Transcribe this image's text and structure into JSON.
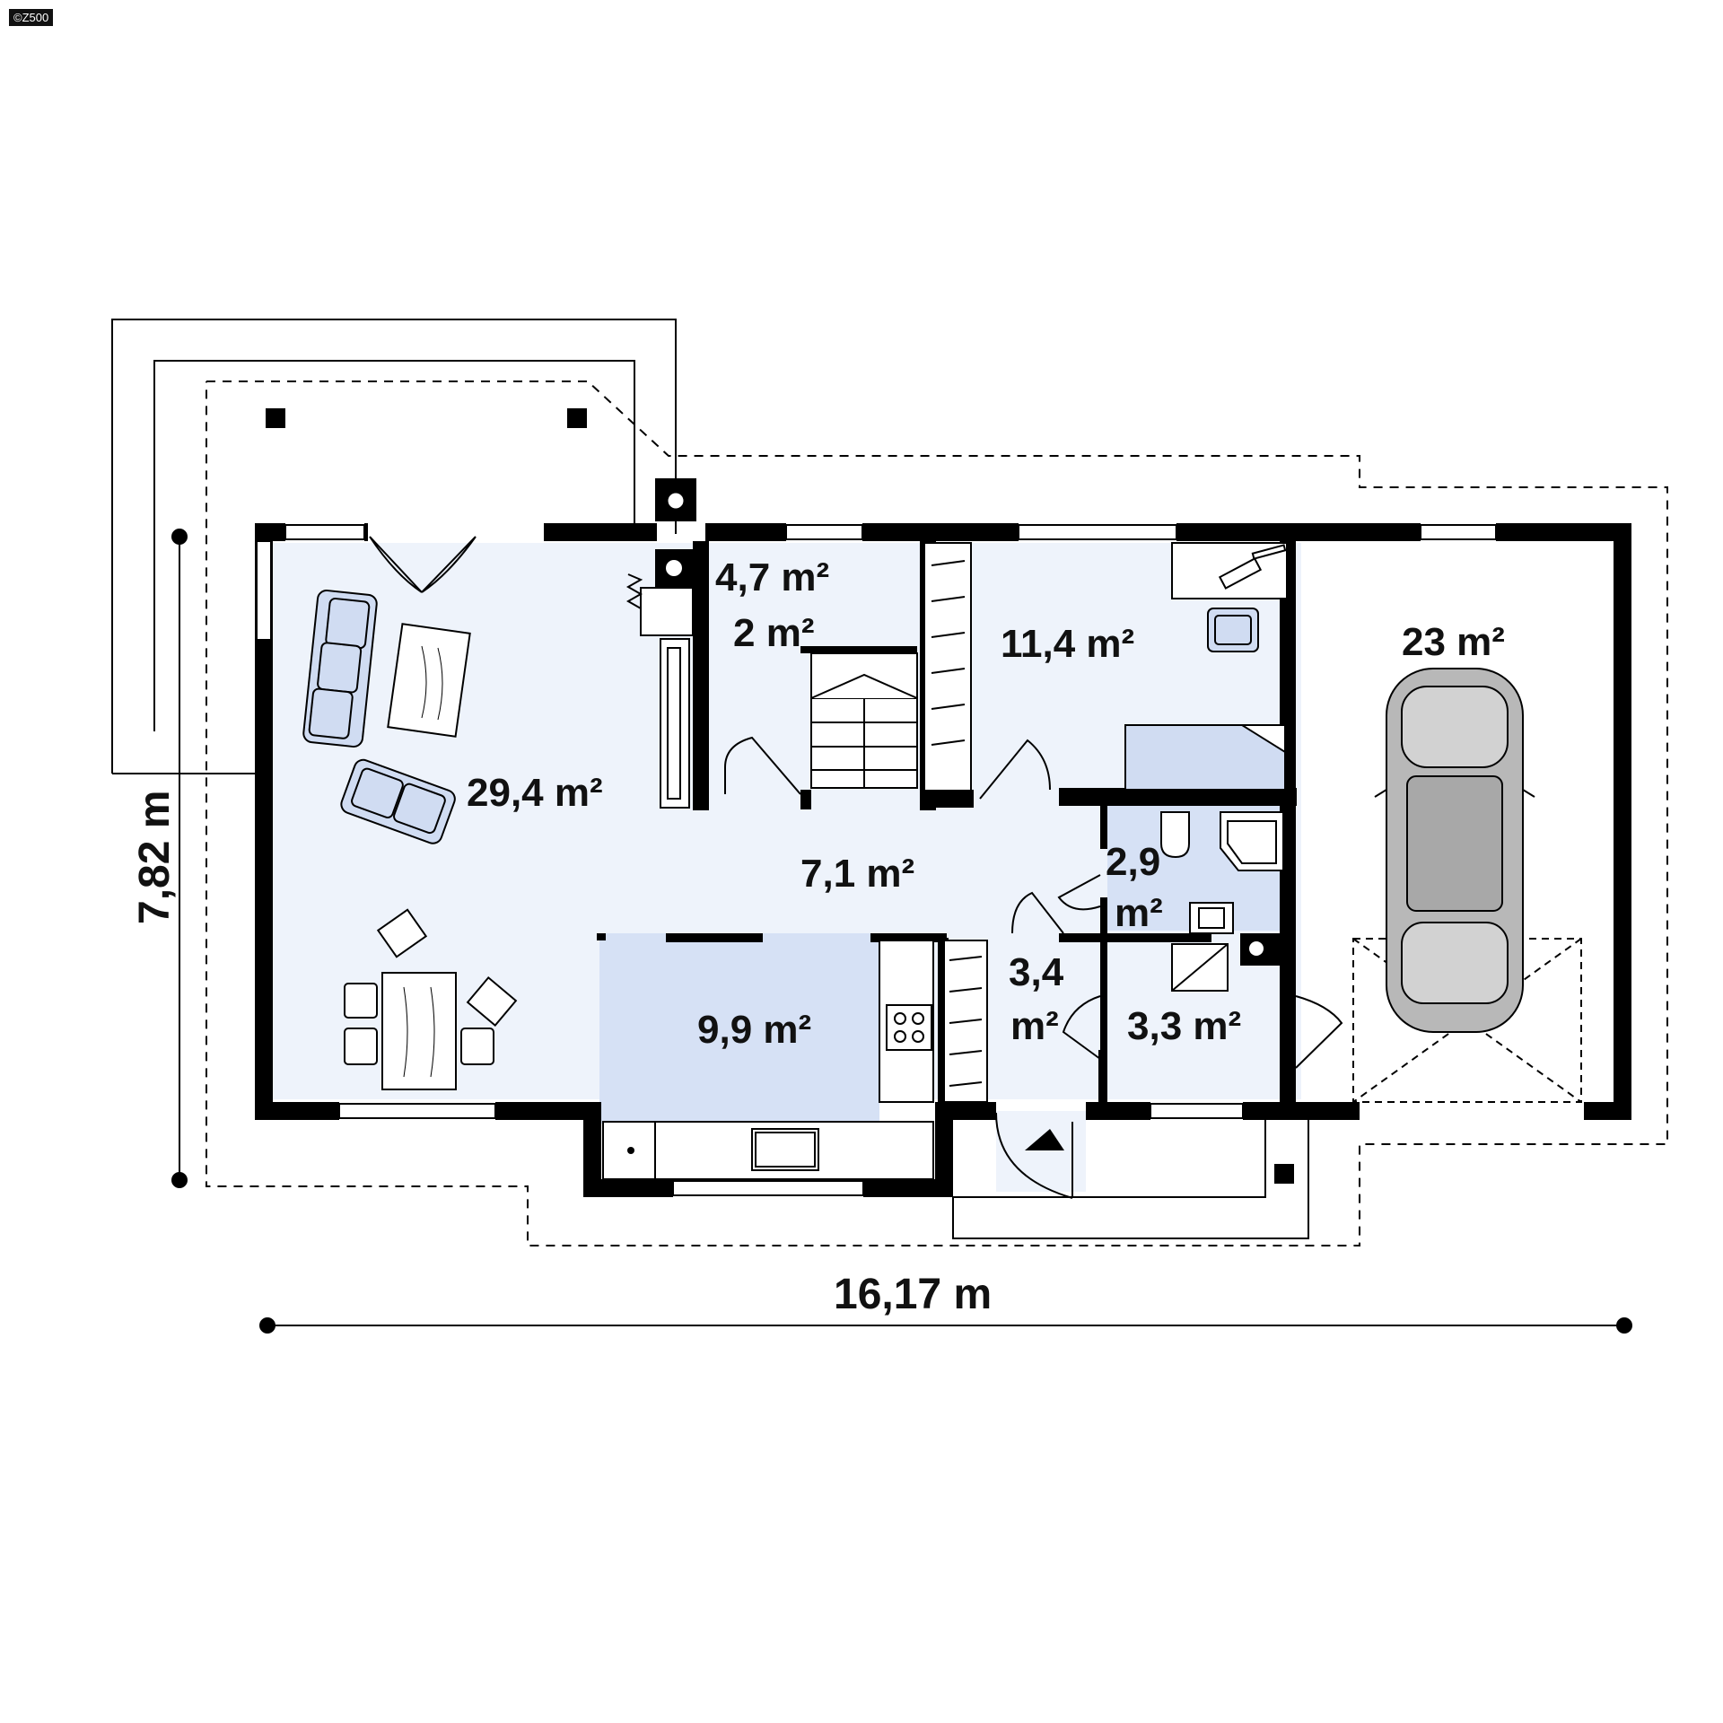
{
  "watermark": "©Z500",
  "colors": {
    "floor": "#eef3fb",
    "accent_room": "#d6e1f5",
    "wall": "#000000",
    "furniture": "#d0dcf2",
    "car": "#b8b8b8"
  },
  "rooms": {
    "living": {
      "label": "29,4 m²"
    },
    "hall": {
      "label": "7,1 m²"
    },
    "room_47": {
      "label": "4,7 m²"
    },
    "room_2": {
      "label": "2 m²"
    },
    "bedroom": {
      "label": "11,4 m²"
    },
    "garage": {
      "label": "23 m²"
    },
    "kitchen": {
      "label": "9,9 m²"
    },
    "bath": {
      "line1": "2,9",
      "line2": "m²"
    },
    "vestibule": {
      "line1": "3,4",
      "line2": "m²"
    },
    "utility": {
      "label": "3,3 m²"
    }
  },
  "dimensions": {
    "width": "16,17 m",
    "depth": "7,82 m"
  }
}
